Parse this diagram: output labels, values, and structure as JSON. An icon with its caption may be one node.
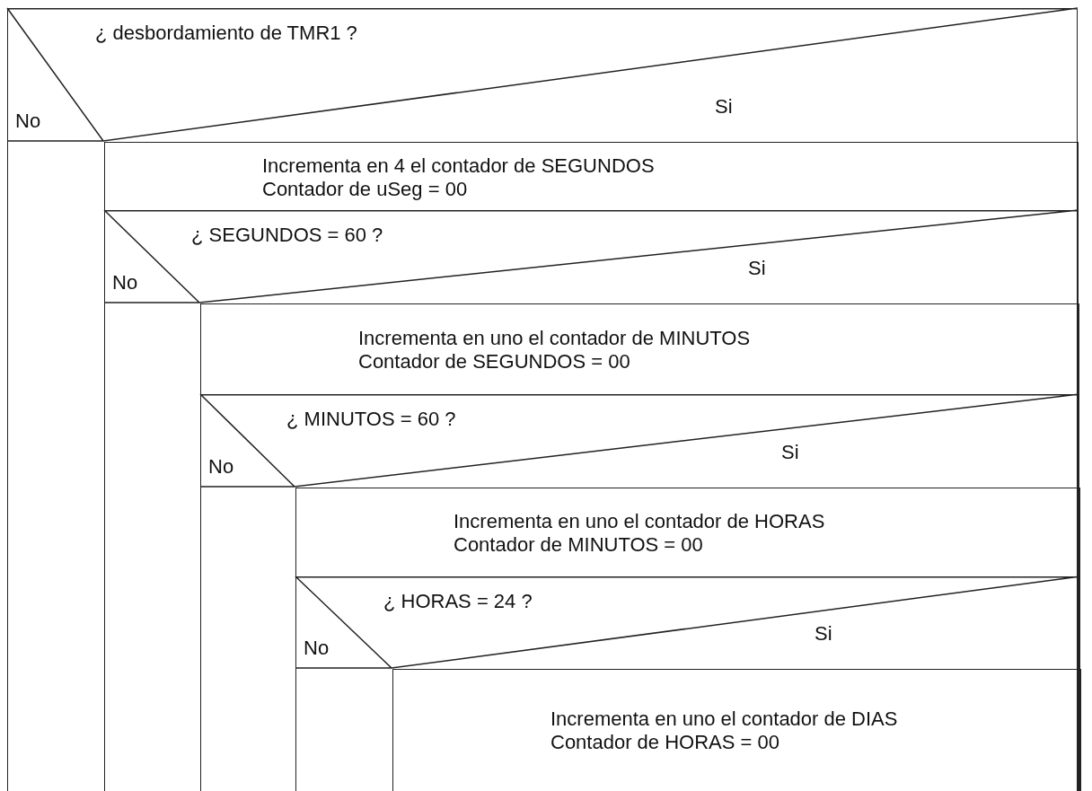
{
  "diagram": {
    "nodes": [
      {
        "text": [
          "¿ desbordamiento de TMR1 ?",
          "No",
          "Si"
        ]
      },
      {
        "text": [
          "Incrementa en 4 el contador de SEGUNDOS",
          "Contador de uSeg = 00"
        ],
        "in": 0
      },
      {
        "text": [
          "¿ SEGUNDOS = 60 ?",
          "No",
          "Si"
        ],
        "in": 0
      },
      {
        "text": [
          "Incrementa en uno el contador de MINUTOS",
          "Contador de SEGUNDOS = 00"
        ],
        "in": 2
      },
      {
        "text": [
          "¿ MINUTOS = 60 ?",
          "No",
          "Si"
        ],
        "in": 2
      },
      {
        "text": [
          "Incrementa en uno el contador de HORAS",
          "Contador de MINUTOS = 00"
        ],
        "in": 4
      },
      {
        "text": [
          "¿ HORAS = 24 ?",
          "No",
          "Si"
        ],
        "in": 4
      },
      {
        "text": [
          "Incrementa en uno el contador de DIAS",
          "Contador de HORAS = 00"
        ],
        "in": 6
      }
    ]
  }
}
